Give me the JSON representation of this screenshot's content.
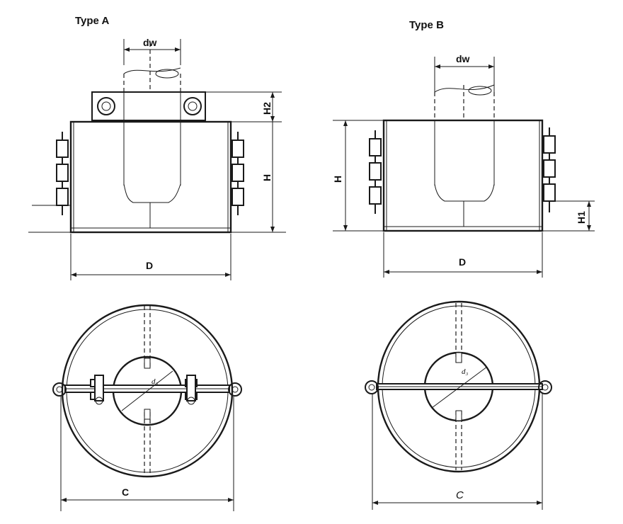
{
  "type_a": {
    "title": "Type A",
    "labels": {
      "dw": "dw",
      "h2": "H2",
      "h": "H",
      "d": "D",
      "c": "C",
      "ds": "d₃"
    }
  },
  "type_b": {
    "title": "Type B",
    "labels": {
      "dw": "dw",
      "h": "H",
      "h1": "H1",
      "d": "D",
      "c": "C",
      "ds": "d₃"
    }
  },
  "colors": {
    "line": "#1a1a1a",
    "background": "#ffffff"
  }
}
